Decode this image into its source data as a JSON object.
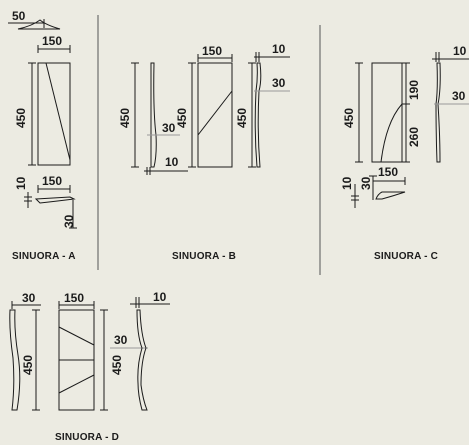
{
  "panels": {
    "a": {
      "caption": "SINUORA - A",
      "dims": {
        "top_small": "50",
        "top_width": "150",
        "height": "450",
        "bottom_thickness": "10",
        "bottom_width": "150",
        "bottom_depth": "30"
      }
    },
    "b": {
      "caption": "SINUORA - B",
      "dims": {
        "left_height": "450",
        "left_depth": "30",
        "left_thickness": "10",
        "front_width": "150",
        "front_height": "450",
        "side_thickness": "10",
        "side_depth": "30",
        "side_height": "450"
      }
    },
    "c": {
      "caption": "SINUORA - C",
      "dims": {
        "left_height": "450",
        "upper": "190",
        "lower": "260",
        "side_thickness": "10",
        "side_depth": "30",
        "bottom_thickness": "10",
        "bottom_depth": "30",
        "bottom_width": "150"
      }
    },
    "d": {
      "caption": "SINUORA - D",
      "dims": {
        "left_depth": "30",
        "left_height": "450",
        "front_width": "150",
        "front_height": "450",
        "side_depth": "30",
        "side_thickness": "10"
      }
    }
  }
}
